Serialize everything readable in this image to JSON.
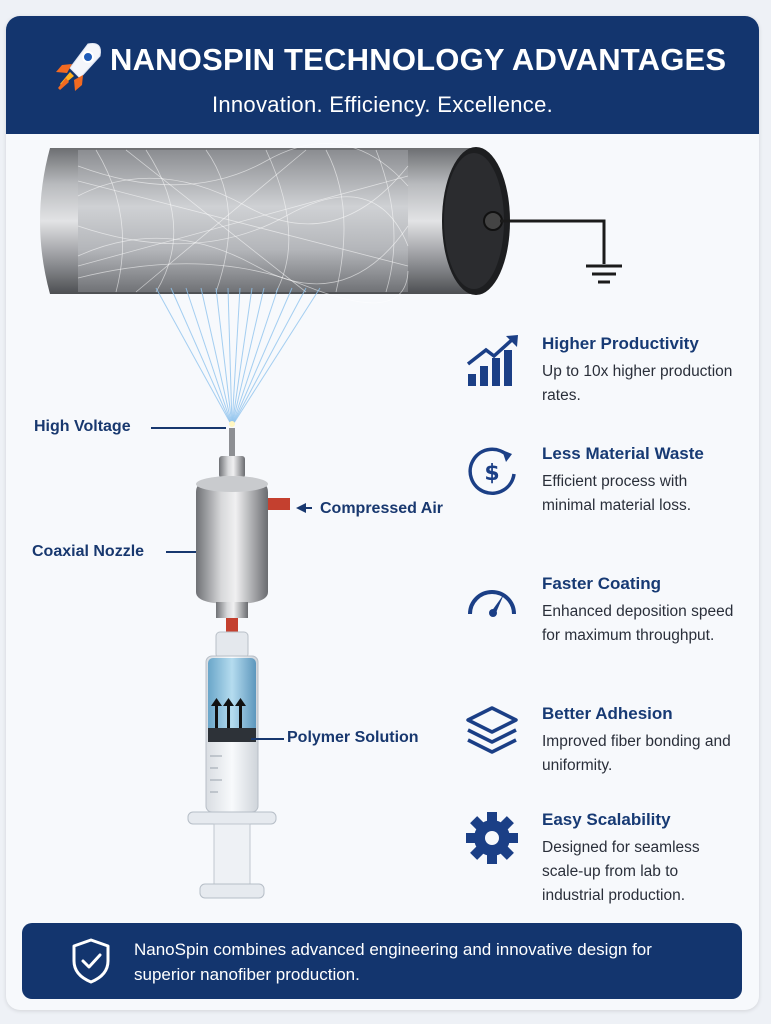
{
  "header": {
    "title": "NANOSPIN TECHNOLOGY ADVANTAGES",
    "subtitle": "Innovation. Efficiency. Excellence."
  },
  "callouts": {
    "high_voltage": "High Voltage",
    "compressed_air": "Compressed Air",
    "coaxial_nozzle": "Coaxial Nozzle",
    "polymer_solution": "Polymer Solution"
  },
  "features": [
    {
      "icon": "growth-chart-icon",
      "title": "Higher Productivity",
      "desc": "Up to 10x higher production rates."
    },
    {
      "icon": "dollar-cycle-icon",
      "title": "Less Material Waste",
      "desc": "Efficient process with minimal material loss."
    },
    {
      "icon": "speedometer-icon",
      "title": "Faster Coating",
      "desc": "Enhanced deposition speed for maximum throughput."
    },
    {
      "icon": "layers-icon",
      "title": "Better Adhesion",
      "desc": "Improved fiber bonding and uniformity."
    },
    {
      "icon": "gear-icon",
      "title": "Easy Scalability",
      "desc": "Designed for seamless scale-up from lab to industrial production."
    }
  ],
  "footer": {
    "text": "NanoSpin combines advanced engineering and innovative design for superior nanofiber production."
  },
  "colors": {
    "brand_navy": "#13356e",
    "icon_blue": "#1b3f86",
    "accent_orange": "#f26a21"
  }
}
